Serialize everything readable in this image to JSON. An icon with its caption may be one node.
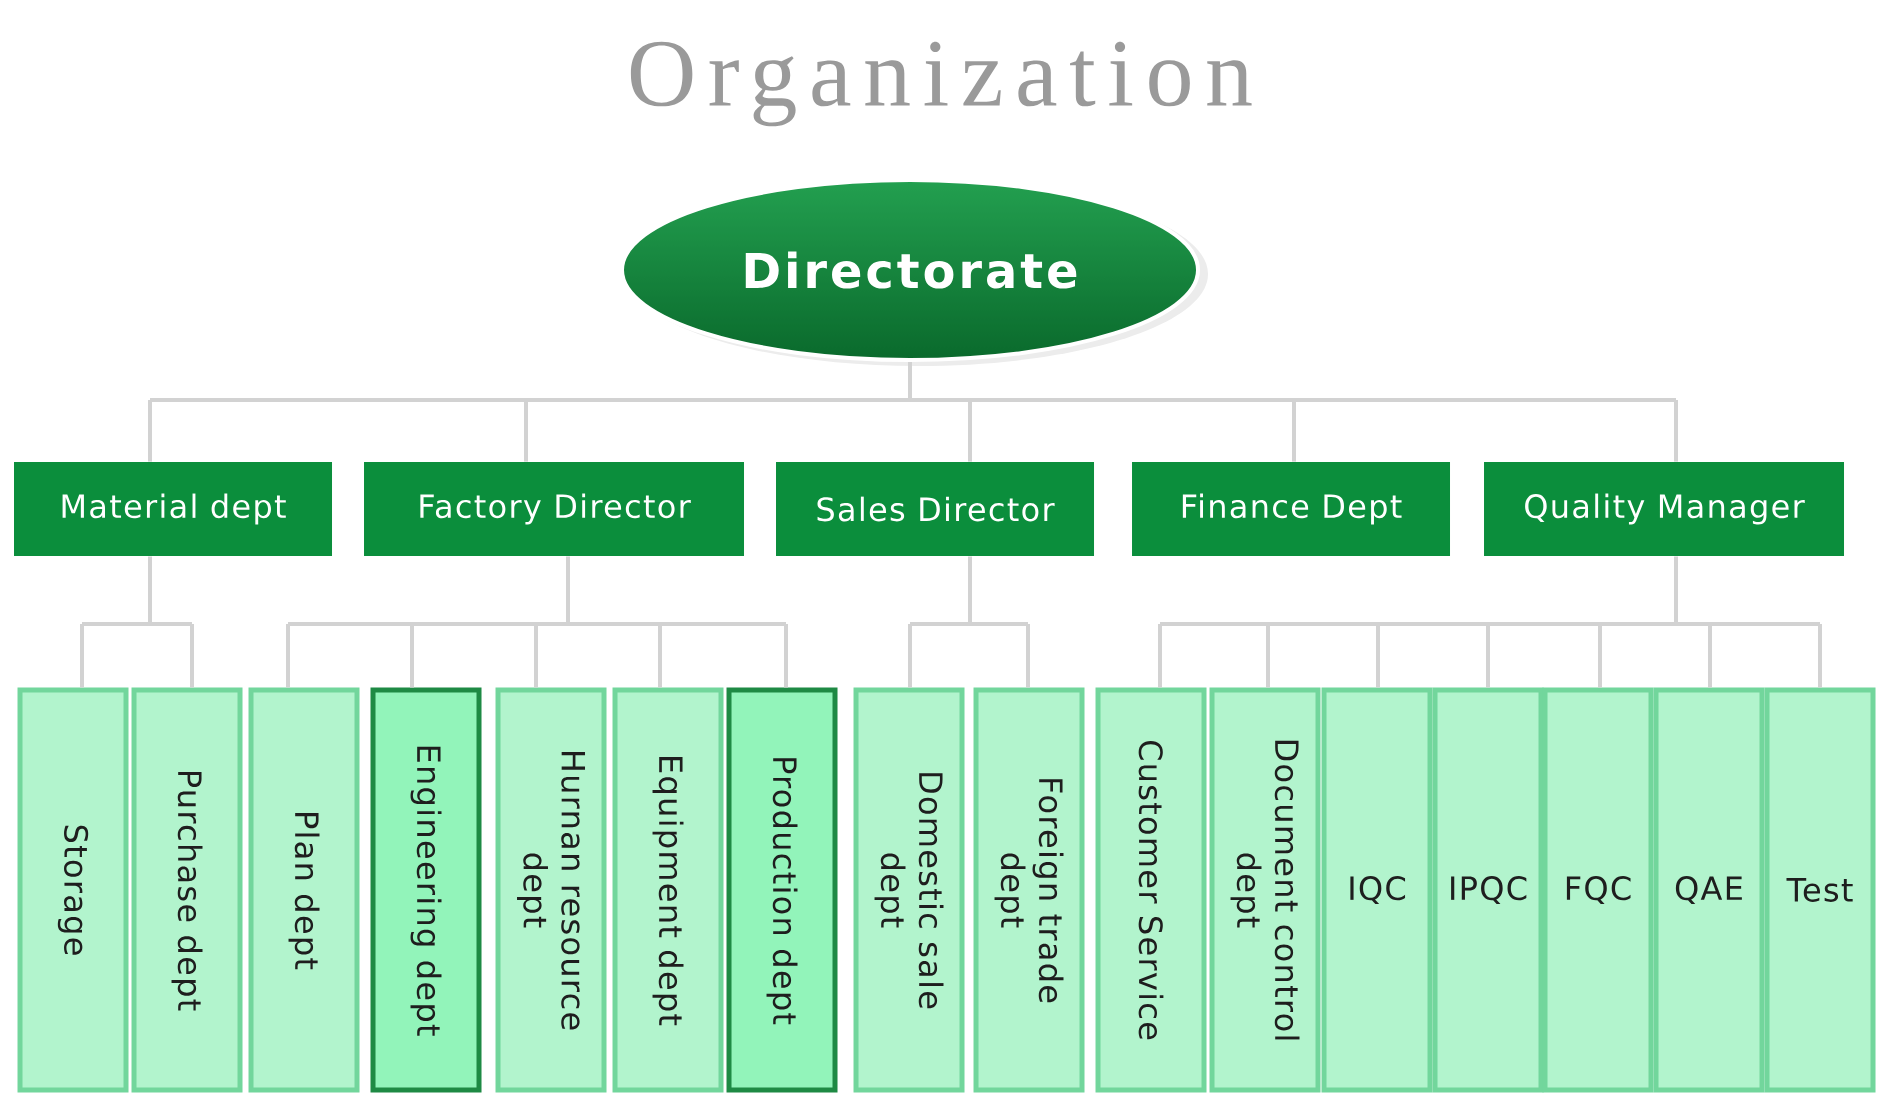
{
  "diagram": {
    "title": "Organization",
    "nodes": [
      {
        "text": [
          "Directorate"
        ]
      },
      {
        "text": [
          "Material dept"
        ]
      },
      {
        "text": [
          "Factory Director"
        ]
      },
      {
        "text": [
          "Sales Director"
        ]
      },
      {
        "text": [
          "Finance Dept"
        ]
      },
      {
        "text": [
          "Quality Manager"
        ]
      },
      {
        "text": [
          "Storage"
        ]
      },
      {
        "text": [
          "Purchase dept"
        ]
      },
      {
        "text": [
          "Plan dept"
        ]
      },
      {
        "text": [
          "Engineering dept"
        ]
      },
      {
        "text": [
          "Hurnan resource dept"
        ]
      },
      {
        "text": [
          "Equipment dept"
        ]
      },
      {
        "text": [
          "Production dept"
        ]
      },
      {
        "text": [
          "Domestic sale dept"
        ]
      },
      {
        "text": [
          "Foreign trade dept"
        ]
      },
      {
        "text": [
          "Customer Service"
        ]
      },
      {
        "text": [
          "Document control dept"
        ]
      },
      {
        "text": [
          "IQC"
        ]
      },
      {
        "text": [
          "IPQC"
        ]
      },
      {
        "text": [
          "FQC"
        ]
      },
      {
        "text": [
          "QAE"
        ]
      },
      {
        "text": [
          "Test"
        ]
      }
    ],
    "edges": [
      {
        "from": 0,
        "to": 1,
        "arrow": "none"
      },
      {
        "from": 0,
        "to": 2,
        "arrow": "none"
      },
      {
        "from": 0,
        "to": 3,
        "arrow": "none"
      },
      {
        "from": 0,
        "to": 4,
        "arrow": "none"
      },
      {
        "from": 0,
        "to": 5,
        "arrow": "none"
      },
      {
        "from": 1,
        "to": 6,
        "arrow": "none"
      },
      {
        "from": 1,
        "to": 7,
        "arrow": "none"
      },
      {
        "from": 2,
        "to": 8,
        "arrow": "none"
      },
      {
        "from": 2,
        "to": 9,
        "arrow": "none"
      },
      {
        "from": 2,
        "to": 10,
        "arrow": "none"
      },
      {
        "from": 2,
        "to": 11,
        "arrow": "none"
      },
      {
        "from": 2,
        "to": 12,
        "arrow": "none"
      },
      {
        "from": 3,
        "to": 13,
        "arrow": "none"
      },
      {
        "from": 3,
        "to": 14,
        "arrow": "none"
      },
      {
        "from": 5,
        "to": 15,
        "arrow": "none"
      },
      {
        "from": 5,
        "to": 16,
        "arrow": "none"
      },
      {
        "from": 5,
        "to": 17,
        "arrow": "none"
      },
      {
        "from": 5,
        "to": 18,
        "arrow": "none"
      },
      {
        "from": 5,
        "to": 19,
        "arrow": "none"
      },
      {
        "from": 5,
        "to": 20,
        "arrow": "none"
      },
      {
        "from": 5,
        "to": 21,
        "arrow": "none"
      }
    ]
  }
}
